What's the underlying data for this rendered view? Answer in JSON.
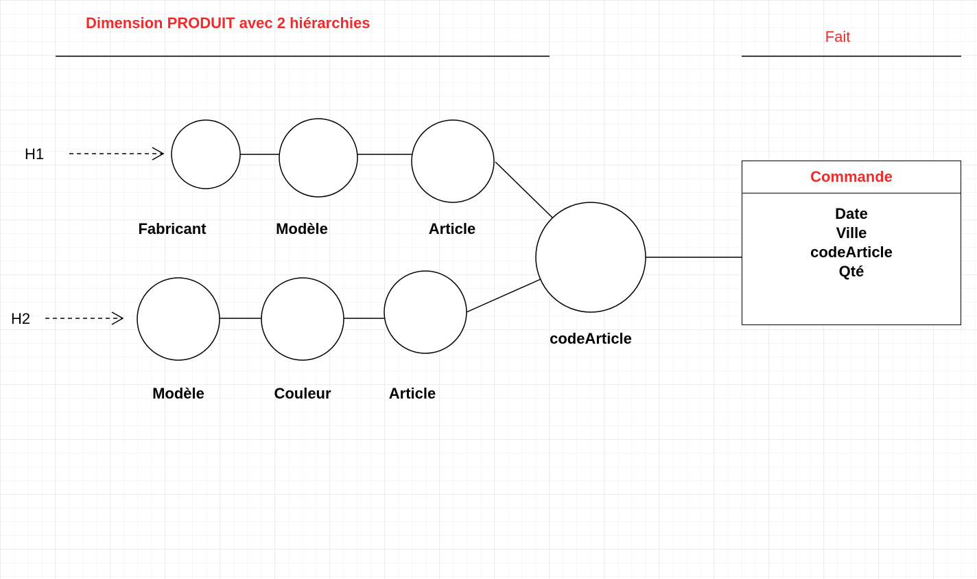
{
  "title": "Dimension PRODUIT avec 2 hiérarchies",
  "fact_heading": "Fait",
  "hierarchies": {
    "h1": {
      "label": "H1",
      "levels": [
        "Fabricant",
        "Modèle",
        "Article"
      ]
    },
    "h2": {
      "label": "H2",
      "levels": [
        "Modèle",
        "Couleur",
        "Article"
      ]
    }
  },
  "shared_node": {
    "label": "codeArticle"
  },
  "fact_table": {
    "name": "Commande",
    "fields": [
      "Date",
      "Ville",
      "codeArticle",
      "Qté"
    ]
  },
  "colors": {
    "accent": "#f02b2b",
    "line": "#000000",
    "grid": "#ececec"
  }
}
